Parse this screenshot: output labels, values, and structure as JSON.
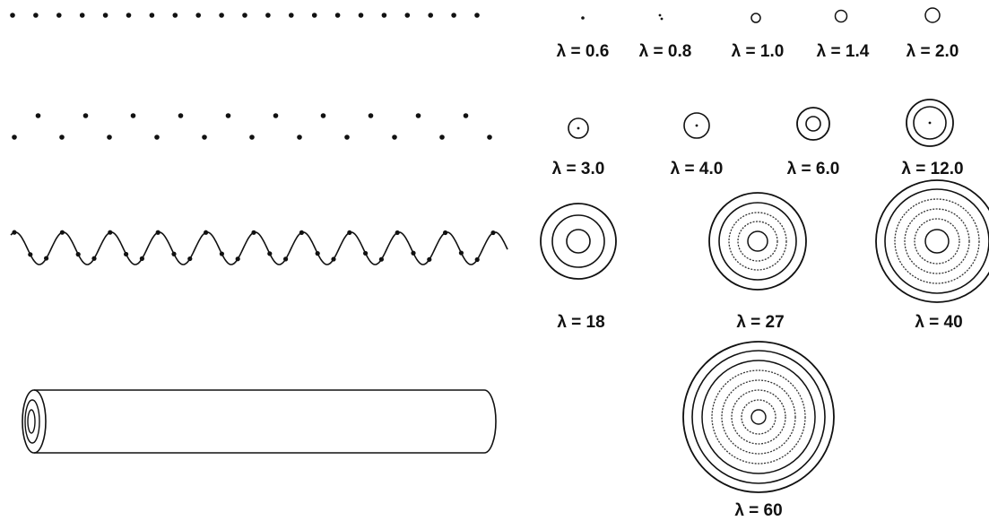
{
  "left_panels": [
    {
      "id": "linear-chain"
    },
    {
      "id": "zigzag-chain"
    },
    {
      "id": "helical-chain"
    },
    {
      "id": "cylindrical-tube"
    }
  ],
  "cross_sections": [
    {
      "label": "λ = 0.6",
      "shells": 0
    },
    {
      "label": "λ = 0.8",
      "shells": 0
    },
    {
      "label": "λ = 1.0",
      "shells": 1
    },
    {
      "label": "λ = 1.4",
      "shells": 1
    },
    {
      "label": "λ = 2.0",
      "shells": 1
    },
    {
      "label": "λ = 3.0",
      "shells": 1
    },
    {
      "label": "λ = 4.0",
      "shells": 1
    },
    {
      "label": "λ = 6.0",
      "shells": 2
    },
    {
      "label": "λ = 12.0",
      "shells": 2
    },
    {
      "label": "λ = 18",
      "shells": 3
    },
    {
      "label": "λ = 27",
      "shells": 4
    },
    {
      "label": "λ = 40",
      "shells": 5
    },
    {
      "label": "λ = 60",
      "shells": 7
    }
  ]
}
